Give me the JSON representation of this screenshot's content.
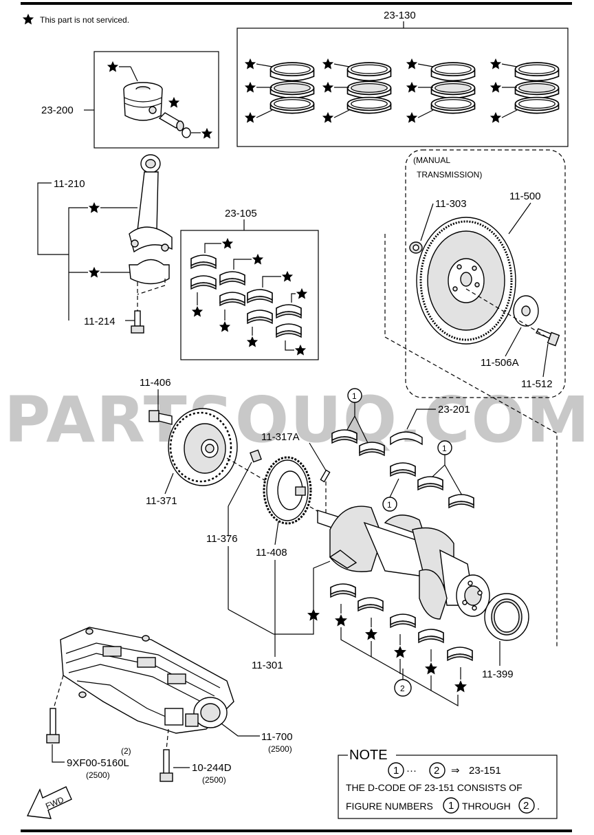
{
  "legend": {
    "note_text": "This part is not serviced."
  },
  "watermark": "PARTSOUQ.COM",
  "labels": {
    "rings_set": "23-130",
    "piston": "23-200",
    "conrod": "11-210",
    "conrod_bolt": "11-214",
    "conrod_bearing": "23-105",
    "manual_trans_1": "(MANUAL",
    "manual_trans_2": "TRANSMISSION)",
    "pilot_bearing": "11-303",
    "flywheel": "11-500",
    "flywheel_plate": "11-506A",
    "flywheel_bolt": "11-512",
    "pulley_bolt": "11-406",
    "pulley": "11-371",
    "key": "11-317A",
    "thrust_bearing": "23-201",
    "sprocket_bolt": "11-376",
    "sprocket": "11-408",
    "crankshaft": "11-301",
    "rear_seal": "11-399",
    "oil_pump": "11-700",
    "oil_pump_qty": "(2500)",
    "bolt_a": "9XF00-5160L",
    "bolt_a_qty": "(2)",
    "bolt_a_code": "(2500)",
    "bolt_b": "10-244D",
    "bolt_b_code": "(2500)",
    "fwd": "FWD"
  },
  "callouts": {
    "one": "1",
    "two": "2"
  },
  "note": {
    "title": "NOTE",
    "range_from": "1",
    "range_sep": "···",
    "range_to": "2",
    "arrow": "⇒",
    "target": "23-151",
    "line2": "THE D-CODE OF  23-151  CONSISTS OF",
    "line3_a": "FIGURE NUMBERS",
    "line3_b": "THROUGH",
    "line3_end": "."
  }
}
